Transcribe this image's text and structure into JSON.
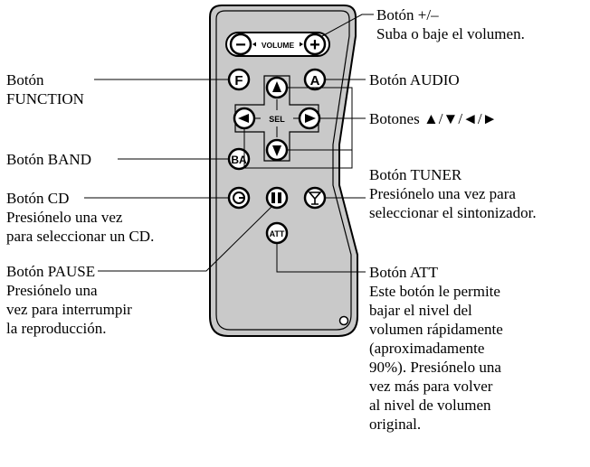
{
  "callouts": {
    "volume": {
      "title": "Botón +/–",
      "desc": "Suba o baje el volumen."
    },
    "function": {
      "title": "Botón",
      "title2": "FUNCTION"
    },
    "audio": {
      "title": "Botón AUDIO"
    },
    "arrows": {
      "title": "Botones ▲/▼/◄/►"
    },
    "band": {
      "title": "Botón BAND"
    },
    "tuner": {
      "title": "Botón TUNER",
      "desc": [
        "Presiónelo una vez para",
        "seleccionar el sintonizador."
      ]
    },
    "cd": {
      "title": "Botón CD",
      "desc": [
        "Presiónelo una vez",
        "para seleccionar un CD."
      ]
    },
    "pause": {
      "title": "Botón PAUSE",
      "desc": [
        "Presiónelo una",
        "vez para interrumpir",
        "la reproducción."
      ]
    },
    "att": {
      "title": "Botón ATT",
      "desc": [
        "Este botón le permite",
        "bajar el nivel del",
        "volumen rápidamente",
        "(aproximadamente",
        "90%). Presiónelo una",
        "vez más para volver",
        "al nivel de volumen",
        "original."
      ]
    }
  },
  "remote": {
    "volume_label": "VOLUME",
    "minus": "−",
    "plus": "+",
    "function_key": "F",
    "audio_key": "A",
    "sel_label": "SEL",
    "band_key": "BA",
    "att_key": "ATT"
  },
  "colors": {
    "body": "#c9c9c9",
    "outline": "#000000",
    "button": "#ffffff"
  }
}
